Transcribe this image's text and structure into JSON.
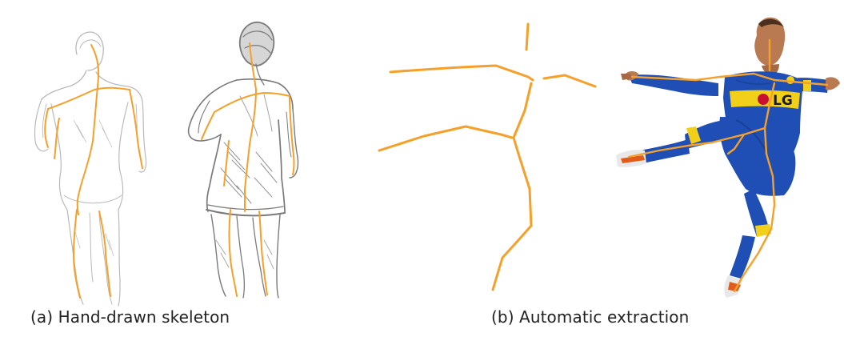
{
  "captions": {
    "a": "(a) Hand-drawn skeleton",
    "b": "(b) Automatic extraction"
  },
  "jersey_text": "LG",
  "colors": {
    "skeleton": "#F5A02A",
    "pencil": "#7a7a7a",
    "pencil_light": "#b9b9b9",
    "jersey_blue": "#1f4fb5",
    "jersey_yellow": "#f2d019",
    "skin": "#b97a52",
    "background": "#ffffff"
  }
}
